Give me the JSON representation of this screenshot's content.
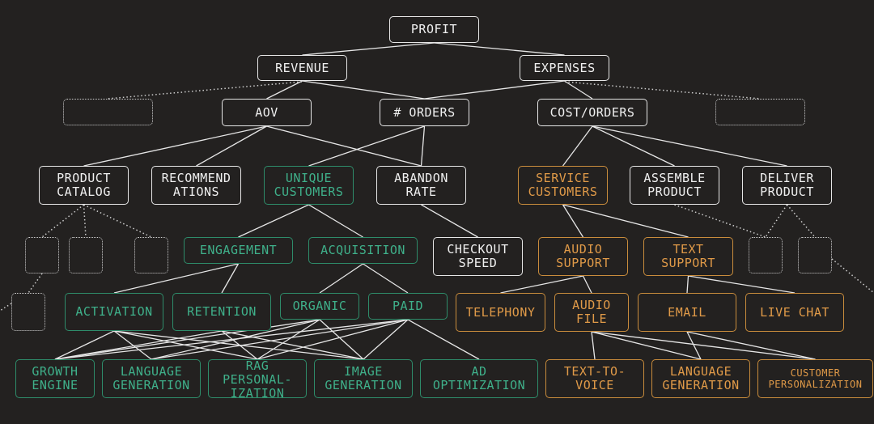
{
  "nodes": {
    "profit": "PROFIT",
    "revenue": "REVENUE",
    "expenses": "EXPENSES",
    "aov": "AOV",
    "orders": "# ORDERS",
    "cost_orders": "COST/ORDERS",
    "product_catalog": "PRODUCT\nCATALOG",
    "recommendations": "RECOMMEND\nATIONS",
    "unique_customers": "UNIQUE\nCUSTOMERS",
    "abandon_rate": "ABANDON\nRATE",
    "service_customers": "SERVICE\nCUSTOMERS",
    "assemble_product": "ASSEMBLE\nPRODUCT",
    "deliver_product": "DELIVER\nPRODUCT",
    "engagement": "ENGAGEMENT",
    "acquisition": "ACQUISITION",
    "checkout_speed": "CHECKOUT\nSPEED",
    "audio_support": "AUDIO\nSUPPORT",
    "text_support": "TEXT\nSUPPORT",
    "activation": "ACTIVATION",
    "retention": "RETENTION",
    "organic": "ORGANIC",
    "paid": "PAID",
    "telephony": "TELEPHONY",
    "audio_file": "AUDIO\nFILE",
    "email": "EMAIL",
    "live_chat": "LIVE CHAT",
    "growth_engine": "GROWTH\nENGINE",
    "language_generation_g": "LANGUAGE\nGENERATION",
    "rag_personalization": "RAG\nPERSONAL-\nIZATION",
    "image_generation": "IMAGE\nGENERATION",
    "ad_optimization": "AD\nOPTIMIZATION",
    "text_to_voice": "TEXT-TO-\nVOICE",
    "language_generation_o": "LANGUAGE\nGENERATION",
    "customer_personalization": "CUSTOMER\nPERSONALIZATION"
  },
  "colors": {
    "background": "#232120",
    "white": "#e6e6e6",
    "green_border": "#2e8c6a",
    "green_text": "#3fb08a",
    "orange_border": "#c98c3c",
    "orange_text": "#e09a48"
  }
}
